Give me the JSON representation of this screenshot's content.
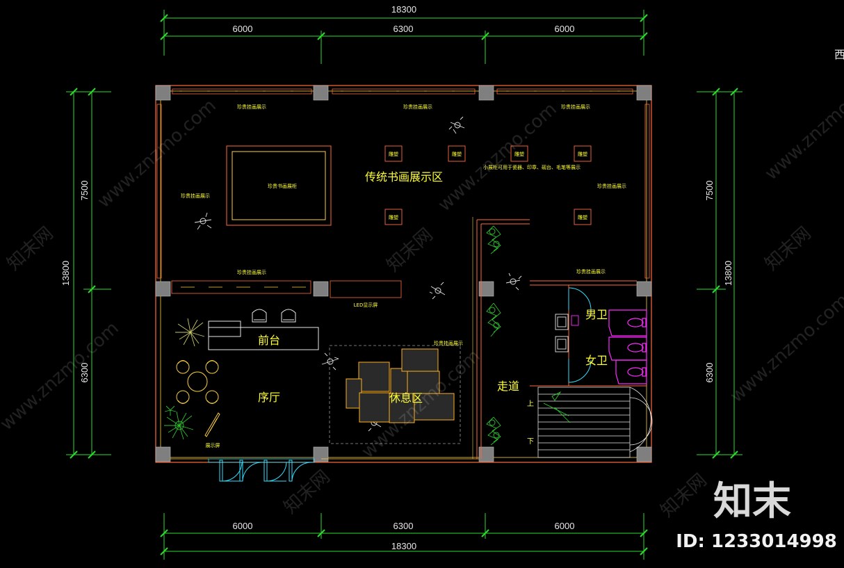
{
  "dimensions": {
    "top_total": "18300",
    "top_segments": [
      "6000",
      "6300",
      "6000"
    ],
    "bottom_segments": [
      "6000",
      "6300",
      "6000"
    ],
    "bottom_total": "18300",
    "left_total": "13800",
    "left_segments": [
      "7500",
      "6300"
    ],
    "right_total": "13800",
    "right_segments": [
      "7500",
      "6300"
    ]
  },
  "rooms": {
    "exhibition": "传统书画展示区",
    "reception": "前台",
    "hall": "序厅",
    "lounge": "休息区",
    "corridor": "走道",
    "mens_wc": "男卫",
    "womens_wc": "女卫"
  },
  "annotations": {
    "wall_display": "珍贵挂画展示",
    "calligraphy_cabinet": "珍贵书画展柜",
    "sculpture": "雕塑",
    "small_cabinet_note": "小展柜可用于瓷器、印章、砚台、毛笔等展示",
    "led_screen": "LED显示屏",
    "display_screen": "展示屏",
    "stairs_up": "上",
    "stairs_down": "下"
  },
  "watermark": {
    "site": "www.znzmo.com",
    "cn": "知末网",
    "brand": "知末",
    "id": "ID: 1233014998",
    "edge_char": "西"
  },
  "colors": {
    "background": "#000000",
    "wall": "#ff6a3d",
    "wall_inner": "#ffd040",
    "dimension": "#2bdc2b",
    "text": "#ffff33",
    "sanitary": "#ff2bff",
    "door": "#33e0ff",
    "column": "#7f7f7f",
    "plant": "#2fbf2f"
  }
}
